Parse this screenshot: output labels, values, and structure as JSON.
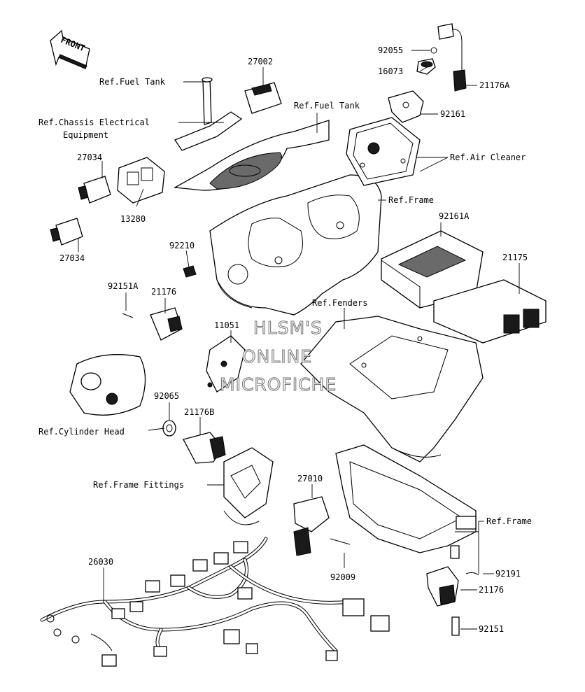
{
  "front_arrow": "FRONT",
  "watermark": [
    "HLSM'S",
    "ONLINE",
    "MICROFICHE"
  ],
  "labels": {
    "p27002": "27002",
    "fuel_tank_1": "Ref.Fuel Tank",
    "chassis_1": "Ref.Chassis Electrical",
    "chassis_2": "Equipment",
    "p27034a": "27034",
    "p13280": "13280",
    "p27034b": "27034",
    "fuel_tank_2": "Ref.Fuel Tank",
    "p92055": "92055",
    "p16073": "16073",
    "p21176a": "21176A",
    "p92161": "92161",
    "air_cleaner": "Ref.Air Cleaner",
    "frame_1": "Ref.Frame",
    "p92161a": "92161A",
    "p21175": "21175",
    "p92210": "92210",
    "p92151a": "92151A",
    "p21176_top": "21176",
    "fenders": "Ref.Fenders",
    "p11051": "11051",
    "p92065": "92065",
    "p21176b": "21176B",
    "cylinder_head": "Ref.Cylinder Head",
    "frame_fittings": "Ref.Frame Fittings",
    "p27010": "27010",
    "frame_2": "Ref.Frame",
    "p26030": "26030",
    "p92009": "92009",
    "p92191": "92191",
    "p21176_bottom": "21176",
    "p92151": "92151"
  }
}
